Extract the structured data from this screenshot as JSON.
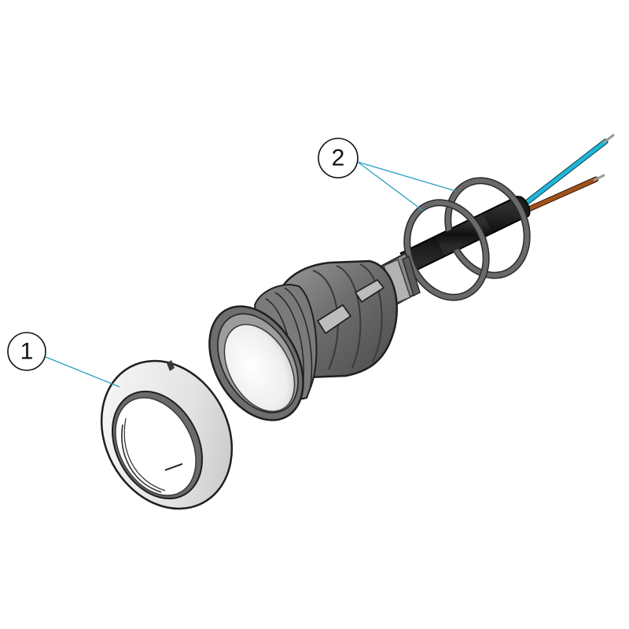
{
  "diagram": {
    "callouts": [
      {
        "number": "1",
        "part": "trim-ring"
      },
      {
        "number": "2",
        "part": "o-rings"
      }
    ],
    "colors": {
      "leader_line": "#2a9fc2",
      "cable_jacket": "#1a1a1a",
      "wire_blue": "#1fb7d9",
      "wire_brown": "#a0521c",
      "wire_tip": "#bdbdbd",
      "o_ring": "#5a5a5a",
      "housing_dark": "#6b6b6b",
      "housing_light": "#c9c9c9",
      "lens": "#f4f4f4",
      "trim_ring": "#e6e6e6"
    }
  }
}
